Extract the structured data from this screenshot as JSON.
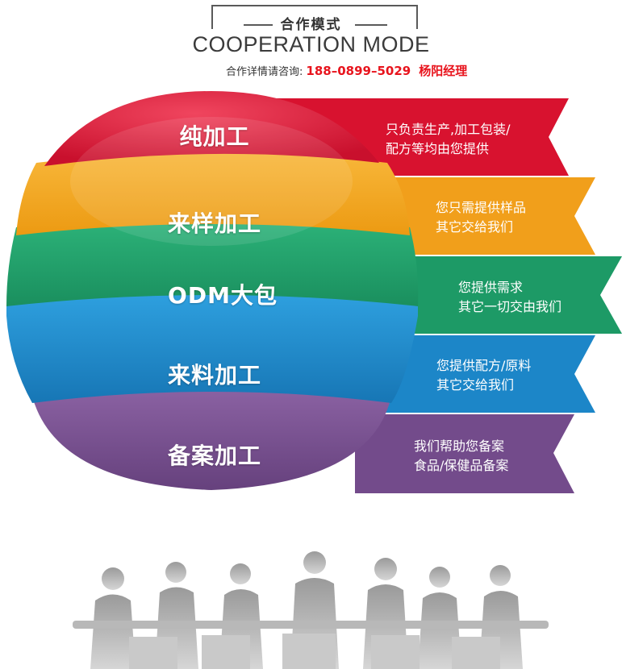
{
  "header": {
    "title_cn": "合作模式",
    "title_en": "COOPERATION MODE",
    "contact_label": "合作详情请咨询:",
    "contact_phone": "188–0899–5029",
    "contact_person": "杨阳经理"
  },
  "layers": [
    {
      "label": "纯加工",
      "desc_line1": "只负责生产,加工包装/",
      "desc_line2": "配方等均由您提供",
      "color": "#e0173a"
    },
    {
      "label": "来样加工",
      "desc_line1": "您只需提供样品",
      "desc_line2": "其它交给我们",
      "color": "#f3a51c"
    },
    {
      "label": "ODM大包",
      "desc_line1": "您提供需求",
      "desc_line2": "其它一切交由我们",
      "color": "#22a06b"
    },
    {
      "label": "来料加工",
      "desc_line1": "您提供配方/原料",
      "desc_line2": "其它交给我们",
      "color": "#1f8fd0"
    },
    {
      "label": "备案加工",
      "desc_line1": "我们帮助您备案",
      "desc_line2": "食品/保健品备案",
      "color": "#7a5191"
    }
  ]
}
